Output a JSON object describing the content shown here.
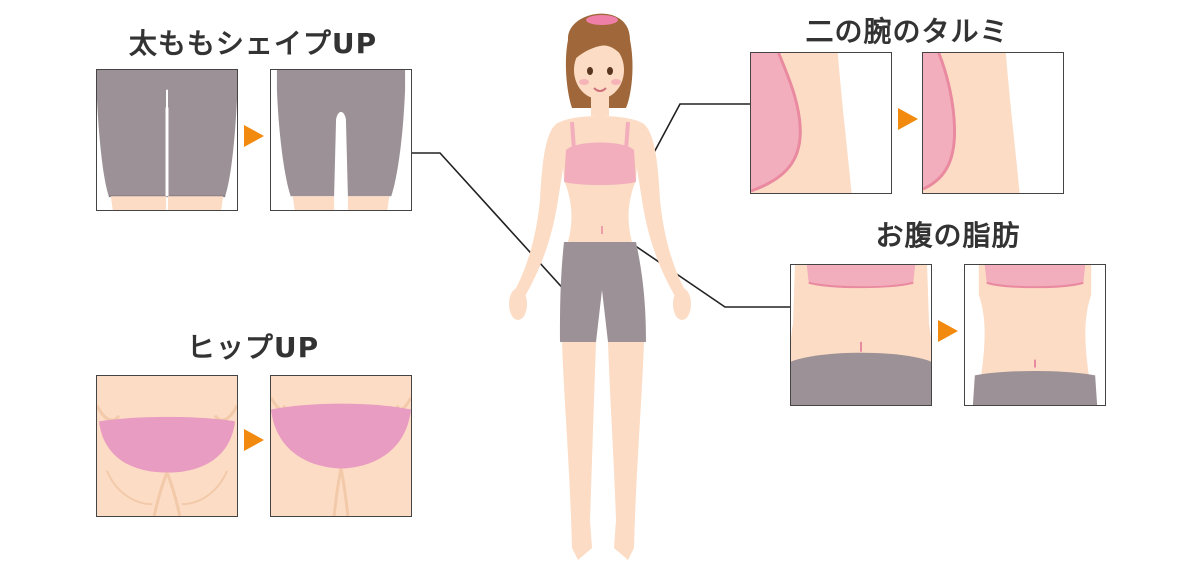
{
  "sections": {
    "thigh": {
      "title": "太ももシェイプUP"
    },
    "hip": {
      "title": "ヒップUP"
    },
    "arm": {
      "title": "二の腕のタルミ"
    },
    "belly": {
      "title": "お腹の脂肪"
    }
  },
  "colors": {
    "skin": "#fcdcc4",
    "skin_shadow": "#f2c9a9",
    "pink": "#f2aebc",
    "pink_dark": "#e98aa0",
    "gray_shorts": "#9c9196",
    "underwear": "#e99cc2",
    "arrow": "#f28a0f",
    "line": "#222222",
    "title": "#333333"
  },
  "icons": [
    "before-after-arrow-icon"
  ]
}
